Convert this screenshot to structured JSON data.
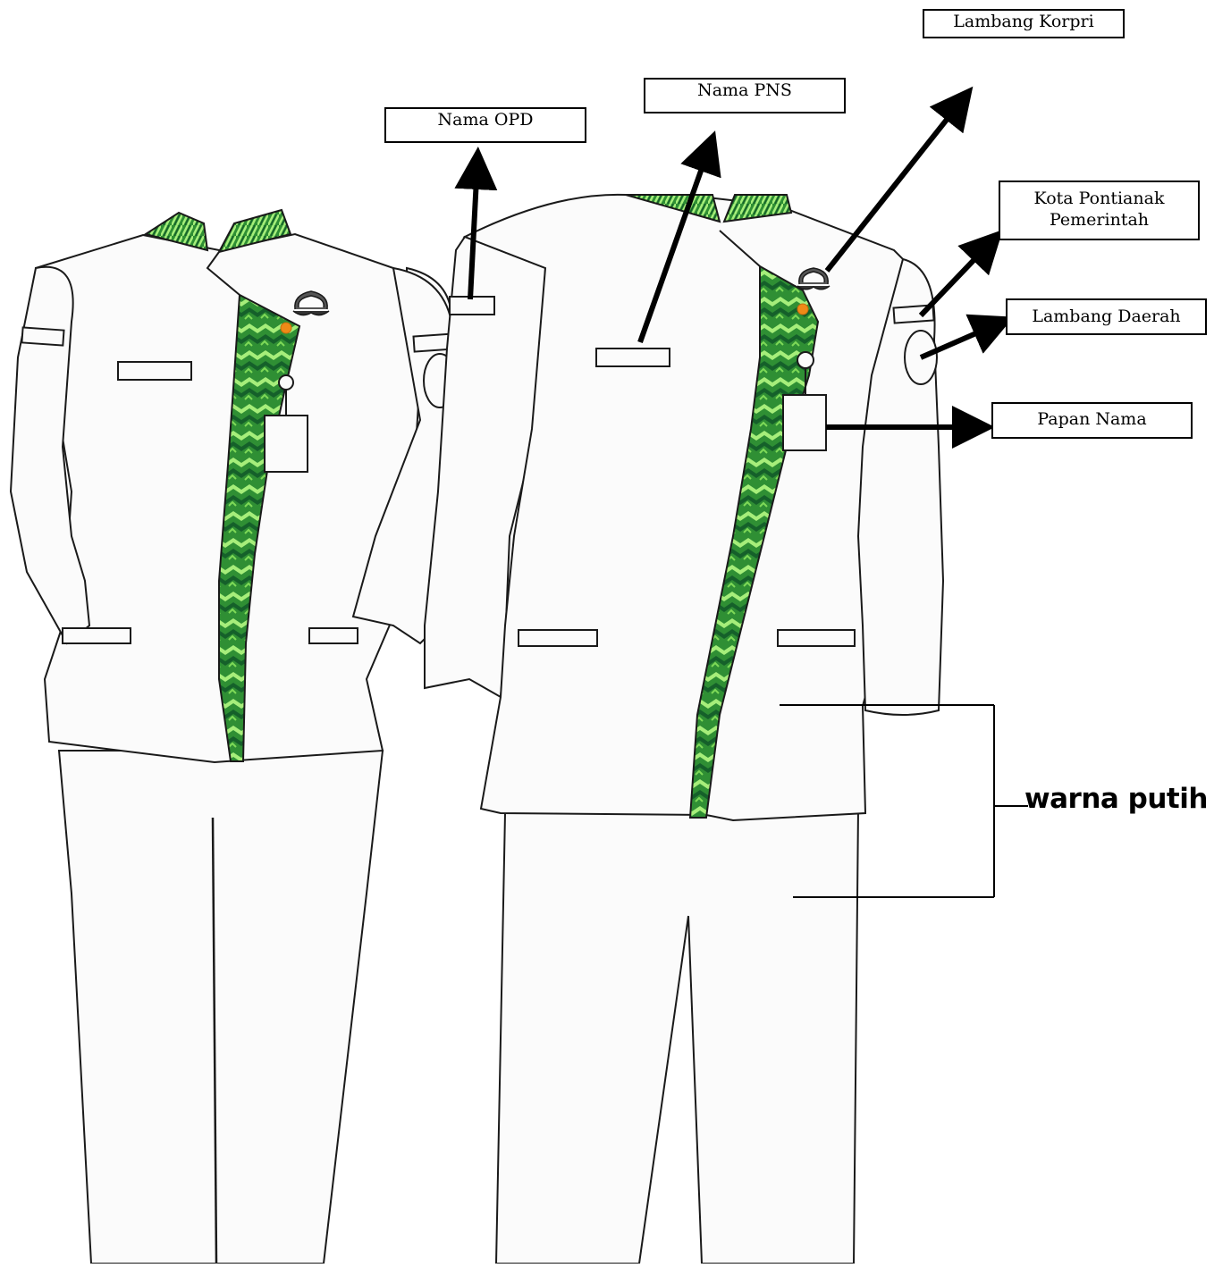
{
  "labels": {
    "lambang_korpri": "Lambang Korpri",
    "nama_pns": "Nama PNS",
    "nama_opd": "Nama OPD",
    "kota_pontianak_line1": "Kota Pontianak",
    "kota_pontianak_line2": "Pemerintah",
    "lambang_daerah": "Lambang Daerah",
    "papan_nama": "Papan Nama"
  },
  "color_note": "warna putih",
  "colors": {
    "uniform_white": "#fbfbfb",
    "outline": "#1a1a1a",
    "batik_dark": "#1a6b2a",
    "batik_mid": "#3aa33a",
    "batik_light": "#a6ee7a",
    "pin_orange": "#f08a17",
    "arrow": "#000000"
  }
}
